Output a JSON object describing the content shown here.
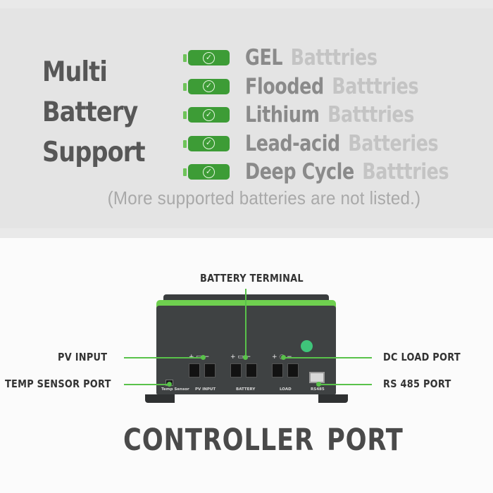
{
  "header": {
    "title_lines": [
      "Multi",
      "Battery",
      "Support"
    ]
  },
  "batteries": [
    {
      "type": "GEL",
      "word": "Batttries"
    },
    {
      "type": "Flooded",
      "word": "Batttries"
    },
    {
      "type": "Lithium",
      "word": "Batttries"
    },
    {
      "type": "Lead-acid",
      "word": "Batteries"
    },
    {
      "type": "Deep Cycle",
      "word": "Batttries"
    }
  ],
  "note": "(More supported batteries are not listed.)",
  "callouts": {
    "battery_terminal": "BATTERY TERMINAL",
    "pv_input": "PV INPUT",
    "temp_sensor_port": "TEMP SENSOR PORT",
    "dc_load_port": "DC LOAD PORT",
    "rs485_port": "RS 485 PORT"
  },
  "panel_labels": {
    "temp": "Temp Sensor",
    "pv": "PV INPUT",
    "battery": "BATTERY",
    "load": "LOAD",
    "rs485": "RS485"
  },
  "footer": {
    "title_word1": "CONTROLLER",
    "title_word2": "PORT"
  },
  "colors": {
    "accent_green": "#59c24a",
    "battery_green": "#3d9c36",
    "controller_body": "#3f4243"
  }
}
